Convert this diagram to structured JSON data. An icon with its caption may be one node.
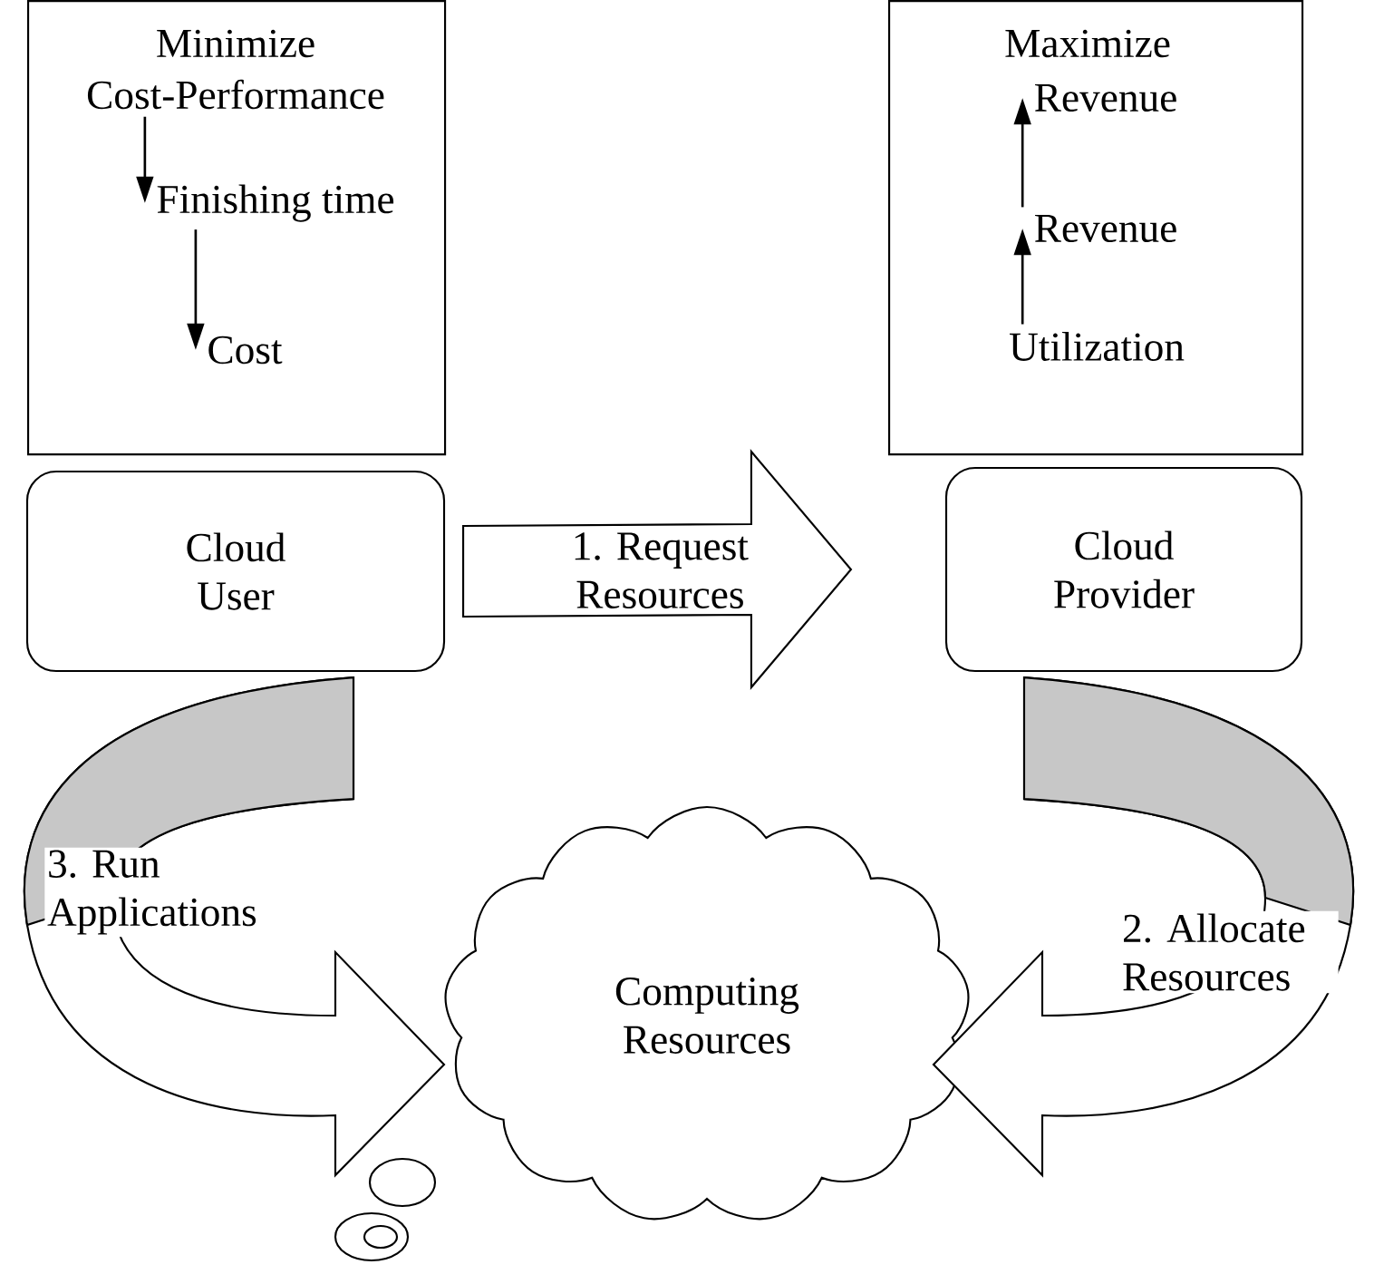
{
  "diagram": {
    "nodes": [
      {
        "text": [
          "Minimize"
        ]
      },
      {
        "text": [
          "Cost-Performance"
        ],
        "in": 0
      },
      {
        "text": [
          "Finishing time"
        ],
        "in": 0
      },
      {
        "text": [
          "Cost"
        ],
        "in": 0
      },
      {
        "text": [
          "Maximize"
        ]
      },
      {
        "text": [
          "Revenue"
        ],
        "in": 4
      },
      {
        "text": [
          "Revenue"
        ],
        "in": 4
      },
      {
        "text": [
          "Utilization"
        ],
        "in": 4
      },
      {
        "text": [
          "Cloud User"
        ]
      },
      {
        "text": [
          "Cloud Provider"
        ]
      },
      {
        "text": [
          "Computing Resources"
        ]
      }
    ],
    "edges": [
      {
        "from": 1,
        "to": 2,
        "arrow": "to"
      },
      {
        "from": 2,
        "to": 3,
        "arrow": "to"
      },
      {
        "from": 7,
        "to": 6,
        "arrow": "to"
      },
      {
        "from": 6,
        "to": 5,
        "arrow": "to"
      },
      {
        "from": 8,
        "to": 9,
        "arrow": "to",
        "label": "1. Request Resources"
      },
      {
        "from": 9,
        "to": 10,
        "arrow": "to",
        "label": "2. Allocate Resources"
      },
      {
        "from": 8,
        "to": 10,
        "arrow": "to",
        "label": "3. Run Applications"
      }
    ]
  }
}
